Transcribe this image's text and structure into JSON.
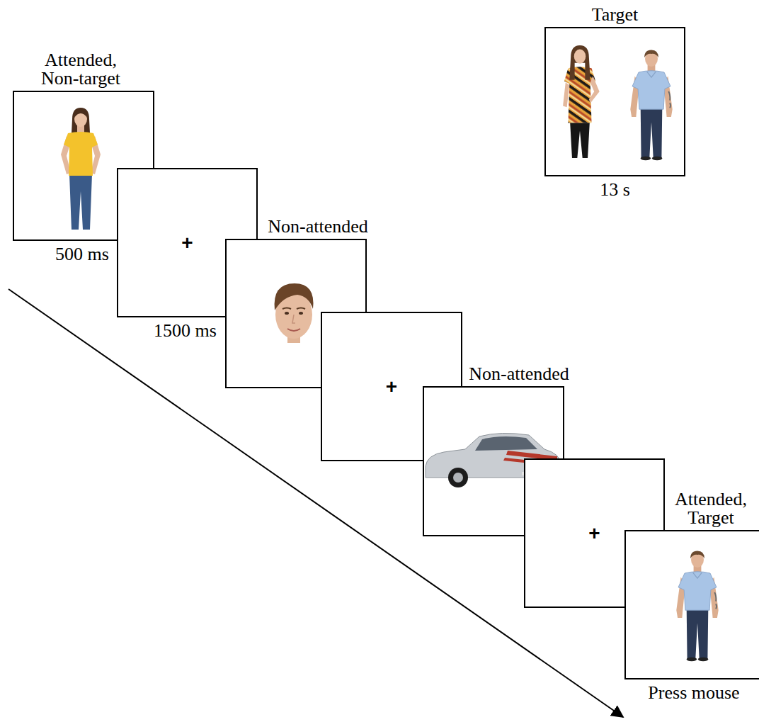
{
  "diagram": {
    "nodes": [
      {
        "text": [
          "Target",
          "13 s"
        ]
      },
      {
        "text": [
          "Attended, Non-target",
          "500 ms"
        ]
      },
      {
        "text": [
          "+",
          "1500 ms"
        ]
      },
      {
        "text": [
          "Non-attended"
        ]
      },
      {
        "text": [
          "+"
        ]
      },
      {
        "text": [
          "Non-attended"
        ]
      },
      {
        "text": [
          "+"
        ]
      },
      {
        "text": [
          "Attended, Target",
          "Press mouse"
        ]
      }
    ]
  }
}
